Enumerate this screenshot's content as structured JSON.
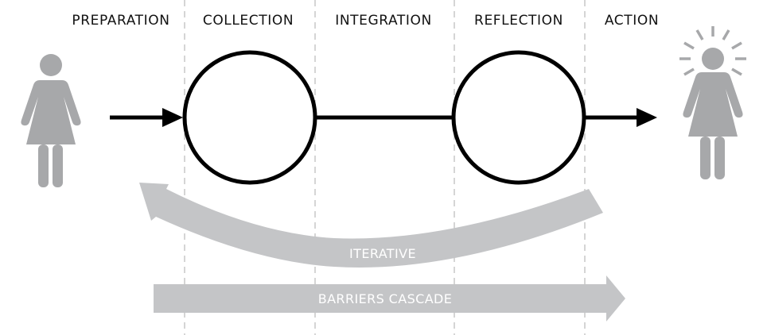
{
  "stages": [
    {
      "label": "PREPARATION"
    },
    {
      "label": "COLLECTION"
    },
    {
      "label": "INTEGRATION"
    },
    {
      "label": "REFLECTION"
    },
    {
      "label": "ACTION"
    }
  ],
  "figures": {
    "start": {
      "icon": "person-icon"
    },
    "end": {
      "icon": "enlightened-person-icon"
    }
  },
  "arrows": {
    "iterative_label": "ITERATIVE",
    "cascade_label": "BARRIERS CASCADE"
  },
  "colors": {
    "figure": "#a7a8aa",
    "band": "#c4c5c7",
    "stroke": "#000000",
    "divider": "#b5b5b5"
  }
}
